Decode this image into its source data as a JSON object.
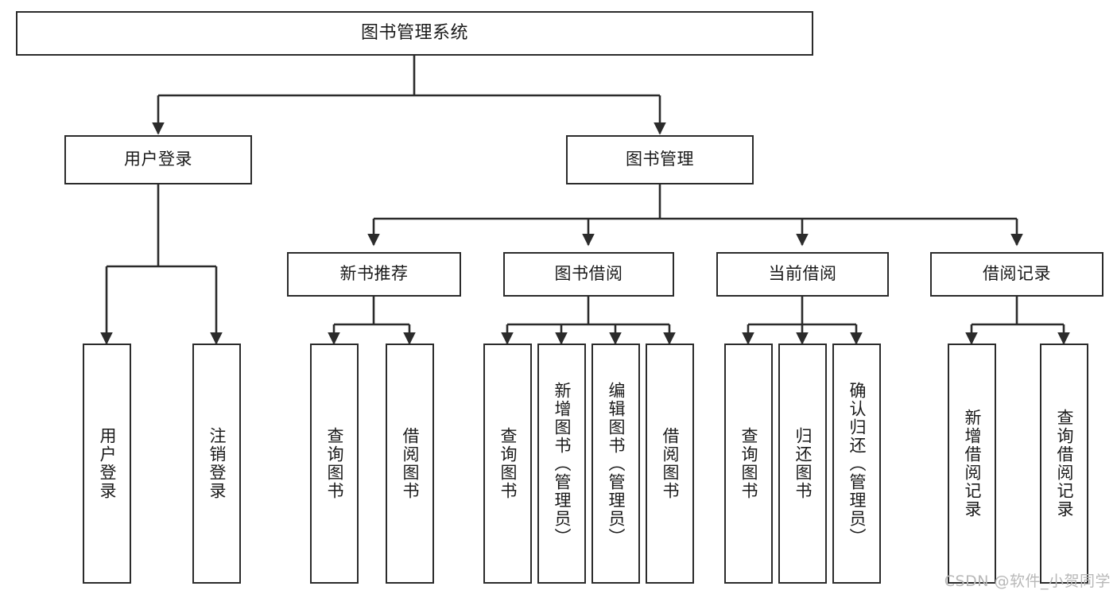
{
  "diagram": {
    "title": "图书管理系统",
    "type": "tree-hierarchy-chart",
    "orientation": "top-down",
    "colors": {
      "box_border": "#2b2b2b",
      "box_fill": "#ffffff",
      "connector": "#2b2b2b",
      "text": "#1a1a1a",
      "watermark": "#b8b8b8",
      "background": "#ffffff"
    }
  },
  "root": {
    "label": "图书管理系统"
  },
  "level2": [
    {
      "label": "用户登录"
    },
    {
      "label": "图书管理"
    }
  ],
  "level3": [
    {
      "label": "新书推荐"
    },
    {
      "label": "图书借阅"
    },
    {
      "label": "当前借阅"
    },
    {
      "label": "借阅记录"
    }
  ],
  "leaves": {
    "user_login": [
      {
        "label": "用户登录"
      },
      {
        "label": "注销登录"
      }
    ],
    "new_book_recommend": [
      {
        "label": "查询图书"
      },
      {
        "label": "借阅图书"
      }
    ],
    "book_borrow": [
      {
        "label": "查询图书"
      },
      {
        "label": "新增图书（管理员）"
      },
      {
        "label": "编辑图书（管理员）"
      },
      {
        "label": "借阅图书"
      }
    ],
    "current_borrow": [
      {
        "label": "查询图书"
      },
      {
        "label": "归还图书"
      },
      {
        "label": "确认归还（管理员）"
      }
    ],
    "borrow_record": [
      {
        "label": "新增借阅记录"
      },
      {
        "label": "查询借阅记录"
      }
    ]
  },
  "watermark": {
    "text": "CSDN @软件_小贺同学"
  }
}
